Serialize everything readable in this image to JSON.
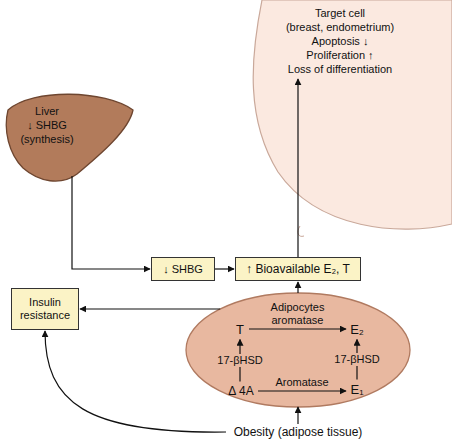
{
  "diagram": {
    "nodes": [
      {
        "text": [
          "Target cell",
          "(breast, endometrium)",
          "Apoptosis ↓",
          "Proliferation ↑",
          "Loss of differentiation"
        ]
      },
      {
        "text": [
          "Liver",
          "↓ SHBG",
          "(synthesis)"
        ]
      },
      {
        "text": [
          "↓ SHBG"
        ]
      },
      {
        "text": [
          "↑ Bioavailable E₂, T"
        ]
      },
      {
        "text": [
          "Insulin resistance"
        ]
      },
      {
        "text": []
      },
      {
        "text": [
          "T"
        ],
        "in": 5
      },
      {
        "text": [
          "E₂"
        ],
        "in": 5
      },
      {
        "text": [
          "Δ 4A"
        ],
        "in": 5
      },
      {
        "text": [
          "E₁"
        ],
        "in": 5
      },
      {
        "text": [
          "Obesity (adipose tissue)"
        ]
      }
    ],
    "edges": [
      {
        "from": 1,
        "to": 2,
        "arrow": "to"
      },
      {
        "from": 2,
        "to": 3,
        "arrow": "to"
      },
      {
        "from": 3,
        "to": 0,
        "arrow": "to"
      },
      {
        "from": 5,
        "to": 3,
        "arrow": "to"
      },
      {
        "from": 5,
        "to": 4,
        "arrow": "to"
      },
      {
        "from": 10,
        "to": 5,
        "arrow": "to"
      },
      {
        "from": 10,
        "to": 4,
        "arrow": "to"
      },
      {
        "from": 8,
        "to": 6,
        "label": "17-βHSD",
        "arrow": "to"
      },
      {
        "from": 6,
        "to": 7,
        "label": "Adipocytes aromatase",
        "arrow": "to"
      },
      {
        "from": 8,
        "to": 9,
        "label": "Aromatase",
        "arrow": "to"
      },
      {
        "from": 9,
        "to": 7,
        "label": "17-βHSD",
        "arrow": "to"
      }
    ]
  }
}
